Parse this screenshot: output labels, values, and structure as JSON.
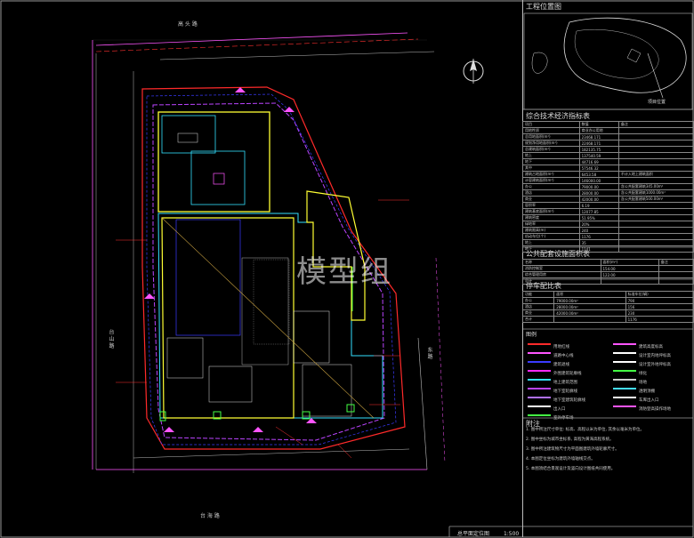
{
  "drawing": {
    "road_top": "高 头 路",
    "road_bottom": "台 海 路",
    "road_left": "台 山 路",
    "road_right": "东 路",
    "watermark": "模型组",
    "sheet_title": "总平面定位图",
    "scale": "1:500"
  },
  "location_panel": {
    "title": "工程位置图",
    "project_label": "项目位置"
  },
  "tech_table": {
    "title": "综合技术经济指标表",
    "rows": [
      [
        "项目",
        "数值",
        "备注"
      ],
      [
        "用地性质",
        "商业办公用地",
        ""
      ],
      [
        "总用地面积(m²)",
        "23468.171",
        ""
      ],
      [
        "规划净用地面积(m²)",
        "22468.171",
        ""
      ],
      [
        "总建筑面积(m²)",
        "182135.75",
        ""
      ],
      [
        "地上",
        "137540.59",
        ""
      ],
      [
        "地下",
        "44716.69",
        ""
      ],
      [
        "其中",
        "57546.32",
        ""
      ],
      [
        "建筑占地面积(m²)",
        "6453.58",
        "不计入地上建筑面积"
      ],
      [
        "计容建筑面积(m²)",
        "146000.00",
        ""
      ],
      [
        "办公",
        "79000.00",
        "含公共配套建筑345.00m²"
      ],
      [
        "酒店",
        "28000.00",
        "含公共配套建筑1000.00m²"
      ],
      [
        "商业",
        "42000.00",
        "含公共配套建筑500.00m²"
      ],
      [
        "容积率",
        "6.19",
        ""
      ],
      [
        "建筑基底面积(m²)",
        "12077.85",
        ""
      ],
      [
        "建筑密度",
        "51.95%",
        ""
      ],
      [
        "绿地率",
        "20%",
        ""
      ],
      [
        "建筑限高(m)",
        "240",
        ""
      ],
      [
        "机动车位(个)",
        "1176",
        ""
      ],
      [
        "地上",
        "35",
        ""
      ],
      [
        "地下",
        "1141",
        ""
      ]
    ]
  },
  "public_table": {
    "title": "公共配套设施面积表",
    "rows": [
      [
        "名称",
        "面积(m²)",
        "备注"
      ],
      [
        "消防控制室",
        "154.00",
        ""
      ],
      [
        "综合管理用房",
        "122.00",
        ""
      ],
      [
        "总计",
        "",
        ""
      ]
    ]
  },
  "parking_table": {
    "title": "停车配比表",
    "rows": [
      [
        "功能",
        "面积",
        "标准车位(辆)"
      ],
      [
        "办公",
        "79000.00m²",
        "790"
      ],
      [
        "酒店",
        "28000.00m²",
        "156"
      ],
      [
        "商业",
        "42000.00m²",
        "230"
      ],
      [
        "合计",
        "",
        "1176"
      ]
    ]
  },
  "legend": {
    "title": "图例",
    "items": [
      {
        "label": "用地红线",
        "color": "#ff2a2a"
      },
      {
        "label": "道路中心线",
        "color": "#ff55ff"
      },
      {
        "label": "建筑退线",
        "color": "#3b3bff"
      },
      {
        "label": "外围建筑轮廓线",
        "color": "#ff2aff"
      },
      {
        "label": "地上建筑范围",
        "color": "#33e0ff"
      },
      {
        "label": "地下室轮廓线",
        "color": "#bb44ff"
      },
      {
        "label": "地下室建筑轮廓线",
        "color": "#b070ff"
      },
      {
        "label": "出入口",
        "color": "#ffffff"
      },
      {
        "label": "室外停车场",
        "color": "#44ff44"
      },
      {
        "label": "建筑高度标高",
        "color": "#ff55ff"
      },
      {
        "label": "设计室内地坪标高",
        "color": "#ffffff"
      },
      {
        "label": "设计室外地坪标高",
        "color": "#ffffff"
      },
      {
        "label": "绿化",
        "color": "#44ff44"
      },
      {
        "label": "场地",
        "color": "#cccccc"
      },
      {
        "label": "透明顶棚",
        "color": "#44ddff"
      },
      {
        "label": "车库出入口",
        "color": "#ffffff"
      },
      {
        "label": "消防登高操作场地",
        "color": "#ff55ff"
      }
    ]
  },
  "notes": {
    "title": "附注",
    "items": [
      "1. 图中所注尺寸单位: 标高、高程以米为单位, 其余以毫米为单位。",
      "2. 图中坐标为城市坐标系, 高程为黄海高程系统。",
      "3. 图中所注建筑物尺寸为平面图建筑外墙轮廓尺寸。",
      "4. 本图定位坐标为建筑外墙轴线交点。",
      "5. 本图须结合景观设计及竖向设计图纸共同使用。"
    ]
  }
}
